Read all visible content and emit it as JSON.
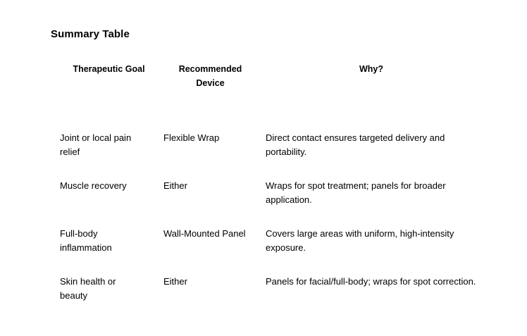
{
  "document": {
    "title": "Summary Table",
    "background_color": "#ffffff",
    "text_color": "#000000"
  },
  "table": {
    "headers": {
      "goal": "Therapeutic Goal",
      "device": "Recommended Device",
      "why": "Why?"
    },
    "rows": [
      {
        "goal": "Joint or local pain relief",
        "device": "Flexible Wrap",
        "why": "Direct contact ensures targeted delivery and portability."
      },
      {
        "goal": "Muscle recovery",
        "device": "Either",
        "why": "Wraps for spot treatment; panels for broader application."
      },
      {
        "goal": "Full-body inflammation",
        "device": "Wall-Mounted Panel",
        "why": "Covers large areas with uniform, high-intensity exposure."
      },
      {
        "goal": "Skin health or beauty",
        "device": "Either",
        "why": "Panels for facial/full-body; wraps for spot correction."
      }
    ]
  }
}
